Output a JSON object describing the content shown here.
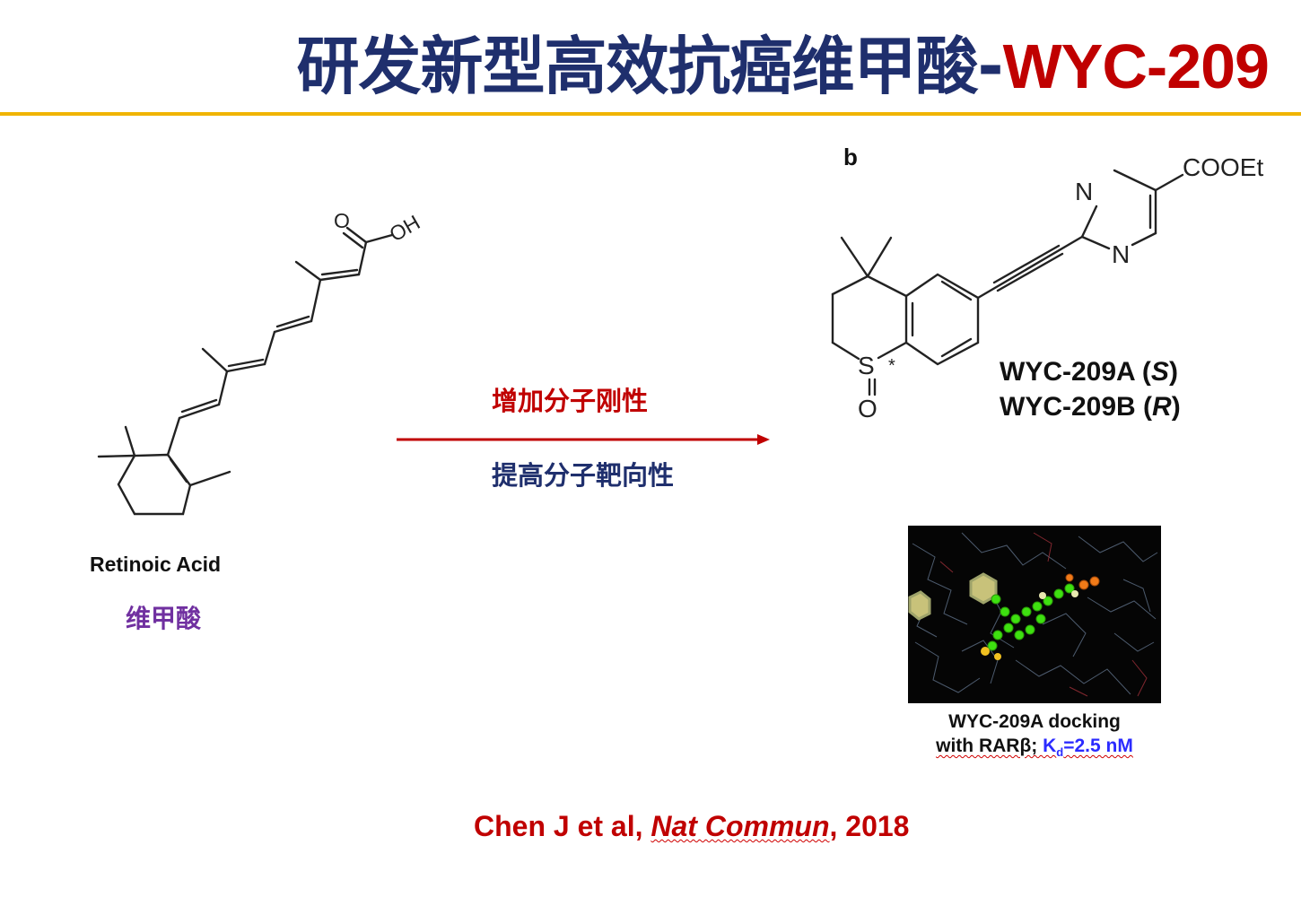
{
  "slide": {
    "title_zh": "研发新型高效抗癌维甲酸-",
    "title_en": "WYC-209",
    "accent_color": "#c00000",
    "title_color": "#1f2f6d",
    "rule_color": "#f0b400"
  },
  "left_structure": {
    "name": "Retinoic Acid",
    "name_zh": "维甲酸",
    "atom_O": "O",
    "atom_OH": "OH"
  },
  "arrow": {
    "top_label": "增加分子刚性",
    "bottom_label": "提高分子靶向性"
  },
  "right_structure": {
    "panel_label": "b",
    "atom_N1": "N",
    "atom_N2": "N",
    "group_ester": "COOEt",
    "atom_S": "S",
    "atom_O": "O",
    "stereo_mark": "*",
    "compound_a": "WYC-209A (",
    "compound_a_cfg": "S",
    "compound_b": "WYC-209B (",
    "compound_b_cfg": "R",
    "close_paren": ")"
  },
  "docking": {
    "caption_line1": "WYC-209A docking",
    "caption_line2_prefix": "with RARβ; ",
    "kd_symbol": "K",
    "kd_sub": "d",
    "kd_value": "=2.5 nM"
  },
  "citation": {
    "authors": "Chen J et al, ",
    "journal": "Nat Commun",
    "year": ", 2018"
  }
}
